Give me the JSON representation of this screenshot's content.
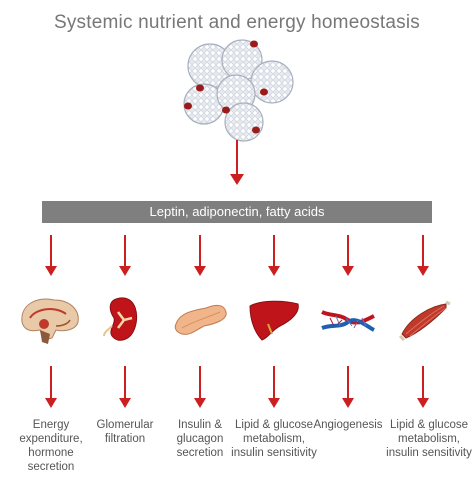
{
  "diagram": {
    "title": "Systemic nutrient and energy homeostasis",
    "bar_label": "Leptin, adiponectin, fatty acids",
    "targets": [
      {
        "icon": "brain-icon",
        "label": "Energy expenditure, hormone secretion"
      },
      {
        "icon": "kidney-icon",
        "label": "Glomerular filtration"
      },
      {
        "icon": "pancreas-icon",
        "label": "Insulin & glucagon secretion"
      },
      {
        "icon": "liver-icon",
        "label": "Lipid & glucose metabolism, insulin sensitivity"
      },
      {
        "icon": "blood-vessels-icon",
        "label": "Angiogenesis"
      },
      {
        "icon": "muscle-icon",
        "label": "Lipid & glucose metabolism, insulin sensitivity"
      }
    ],
    "colors": {
      "arrow": "#cc1f1f",
      "bar": "#7f7f7f",
      "fat_cell": "#d9dde6",
      "nucleus": "#9b1a1a"
    }
  }
}
